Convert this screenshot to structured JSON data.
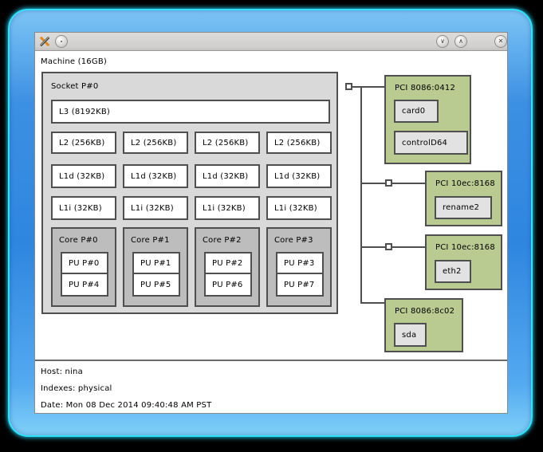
{
  "colors": {
    "pci_green": "#b9cb90",
    "socket_gray": "#d9d9d9",
    "core_gray": "#bdbdbd",
    "device_gray": "#e2e2e2",
    "box_border": "#4f4f4f",
    "frame_blue": "#3f97ea",
    "frame_glow": "#2ee2fc"
  },
  "titlebar": {
    "app_icon": "crossed-tools-icon",
    "minimize_glyph": "∨",
    "maximize_glyph": "∧",
    "close_glyph": "✕"
  },
  "machine": {
    "label": "Machine (16GB)"
  },
  "socket": {
    "label": "Socket P#0",
    "l3": {
      "label": "L3 (8192KB)"
    },
    "l2": [
      "L2 (256KB)",
      "L2 (256KB)",
      "L2 (256KB)",
      "L2 (256KB)"
    ],
    "l1d": [
      "L1d (32KB)",
      "L1d (32KB)",
      "L1d (32KB)",
      "L1d (32KB)"
    ],
    "l1i": [
      "L1i (32KB)",
      "L1i (32KB)",
      "L1i (32KB)",
      "L1i (32KB)"
    ],
    "cores": [
      {
        "label": "Core P#0",
        "pus": [
          "PU P#0",
          "PU P#4"
        ]
      },
      {
        "label": "Core P#1",
        "pus": [
          "PU P#1",
          "PU P#5"
        ]
      },
      {
        "label": "Core P#2",
        "pus": [
          "PU P#2",
          "PU P#6"
        ]
      },
      {
        "label": "Core P#3",
        "pus": [
          "PU P#3",
          "PU P#7"
        ]
      }
    ]
  },
  "pci_buses": [
    {
      "label": "PCI 8086:0412",
      "devices": [
        "card0",
        "controlD64"
      ]
    },
    {
      "label": "PCI 10ec:8168",
      "devices": [
        "rename2"
      ]
    },
    {
      "label": "PCI 10ec:8168",
      "devices": [
        "eth2"
      ]
    },
    {
      "label": "PCI 8086:8c02",
      "devices": [
        "sda"
      ]
    }
  ],
  "legend": {
    "host": "Host: nina",
    "indexes": "Indexes: physical",
    "date": "Date: Mon 08 Dec 2014 09:40:48 AM PST"
  }
}
